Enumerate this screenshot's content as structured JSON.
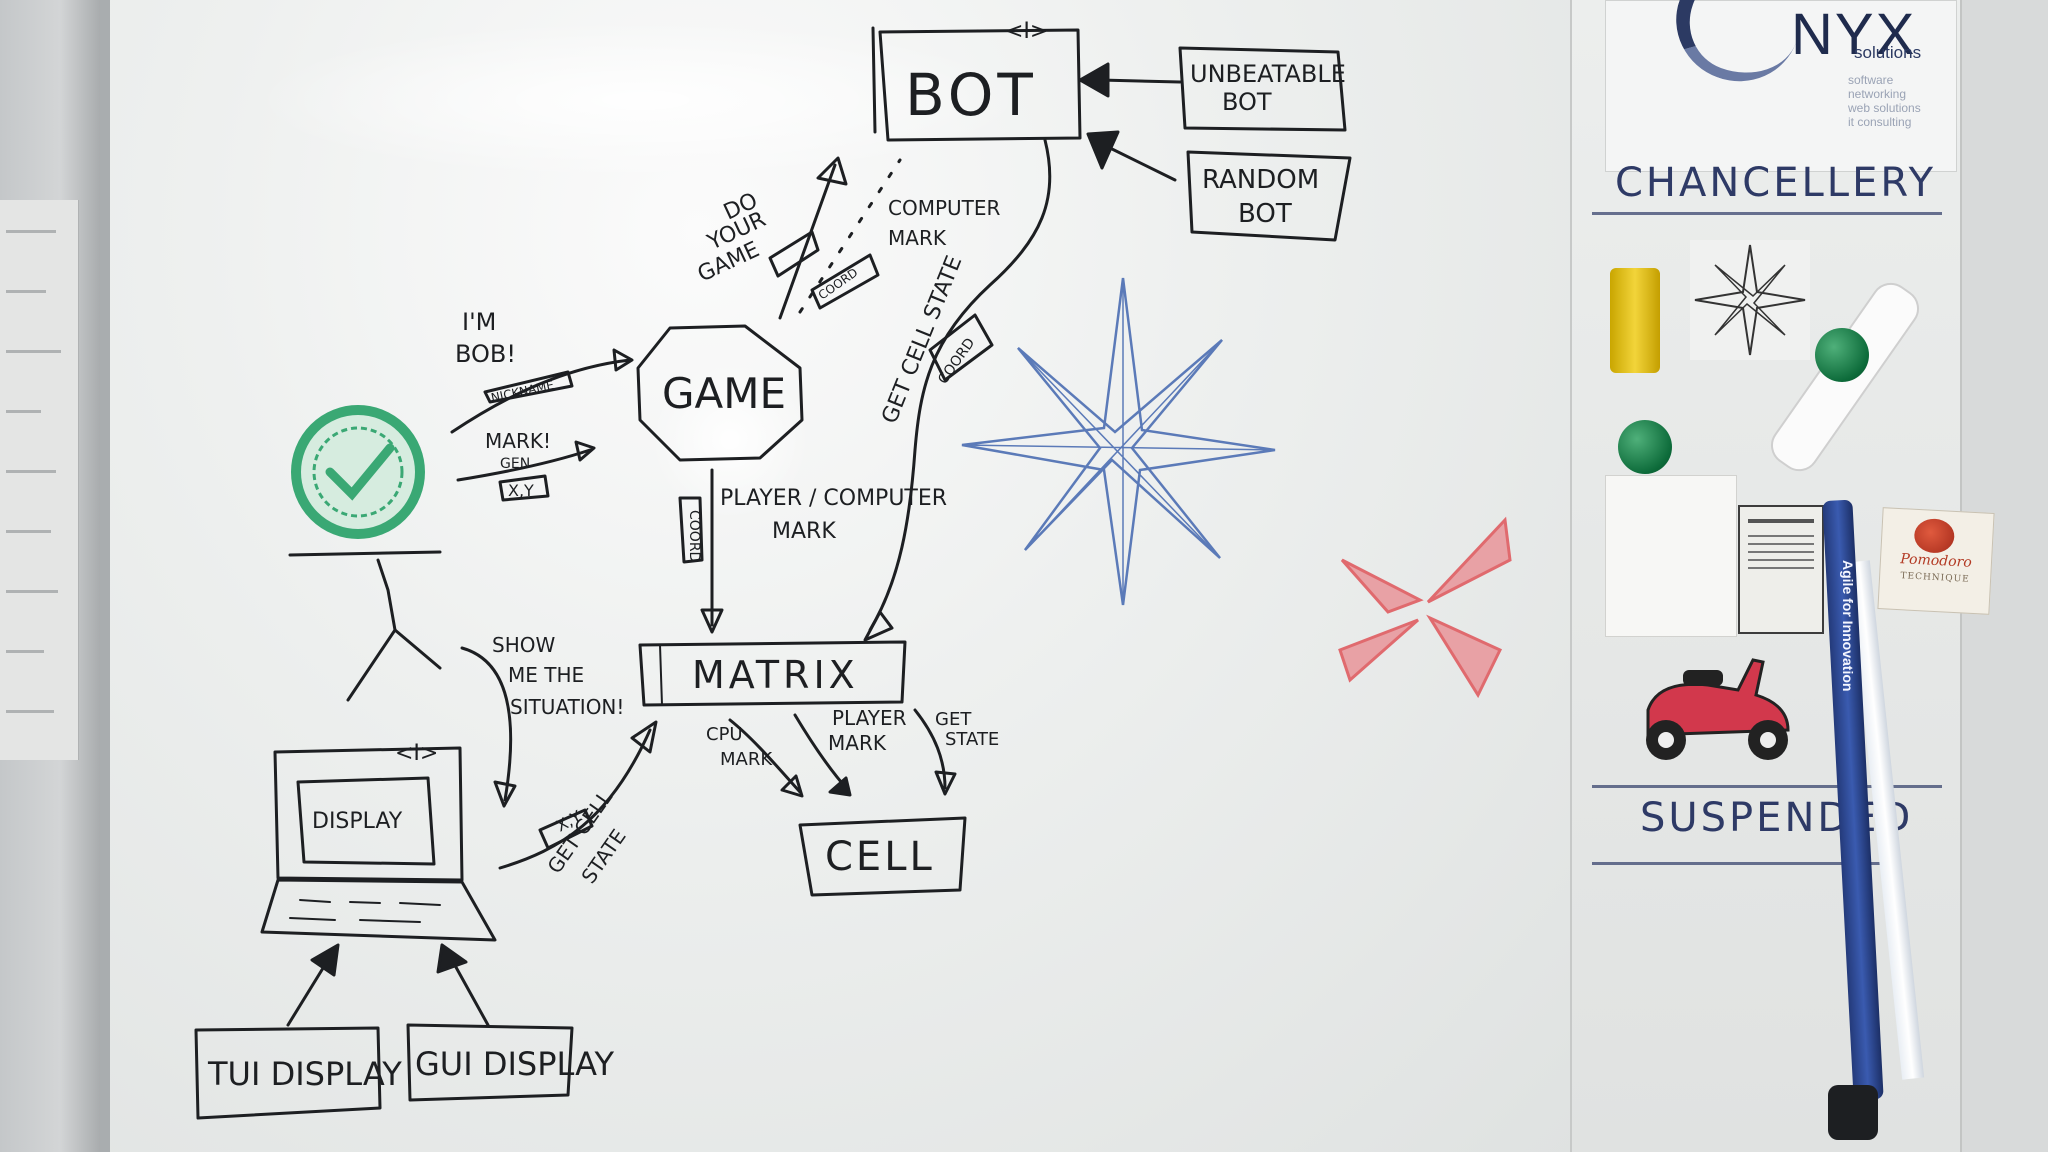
{
  "whiteboard": {
    "boxes": {
      "bot": "BOT",
      "unbeatable_bot": [
        "UNBEATABLE",
        "BOT"
      ],
      "random_bot": [
        "RANDOM",
        "BOT"
      ],
      "game": "GAME",
      "matrix": "MATRIX",
      "cell": "CELL",
      "display": "DISPLAY",
      "tui_display": "TUI DISPLAY",
      "gui_display": "GUI DISPLAY",
      "interface_marker": "<I>"
    },
    "labels": {
      "do_your_game": [
        "DO",
        "YOUR",
        "GAME"
      ],
      "computer_mark": [
        "COMPUTER",
        "MARK"
      ],
      "get_cell_state_top": "GET CELL STATE",
      "coord_1": "COORD",
      "coord_2": "COORD",
      "coord_3": "COORD",
      "im_bob": [
        "I'M",
        "BOB!"
      ],
      "nickname": "NICKNAME",
      "mark_gen": [
        "MARK!",
        "GEN"
      ],
      "xy_1": "X,Y",
      "player_computer_mark": [
        "PLAYER / COMPUTER",
        "MARK"
      ],
      "show_me": [
        "SHOW",
        "ME THE",
        "SITUATION!"
      ],
      "xy_2": "X,Y",
      "get_cell_state_bottom": [
        "GET CELL",
        "STATE"
      ],
      "cpu_mark": [
        "CPU",
        "MARK"
      ],
      "player_mark": [
        "PLAYER",
        "MARK"
      ],
      "get_state": [
        "GET",
        "STATE"
      ]
    }
  },
  "wall": {
    "logo_name": "NYX",
    "logo_sub": "solutions",
    "logo_tagline": [
      "software",
      "networking",
      "web solutions",
      "it consulting"
    ],
    "chancellery": "CHANCELLERY",
    "suspended": "SUSPENDED",
    "lanyard_text": "Agile for Innovation",
    "pomodoro_title": "Pomodoro",
    "pomodoro_sub": "TECHNIQUE"
  },
  "colors": {
    "ink": "#1d1f22",
    "blue_star": "#5b7ab8",
    "red_star": "#e06a6e",
    "green_check": "#3aa874"
  }
}
